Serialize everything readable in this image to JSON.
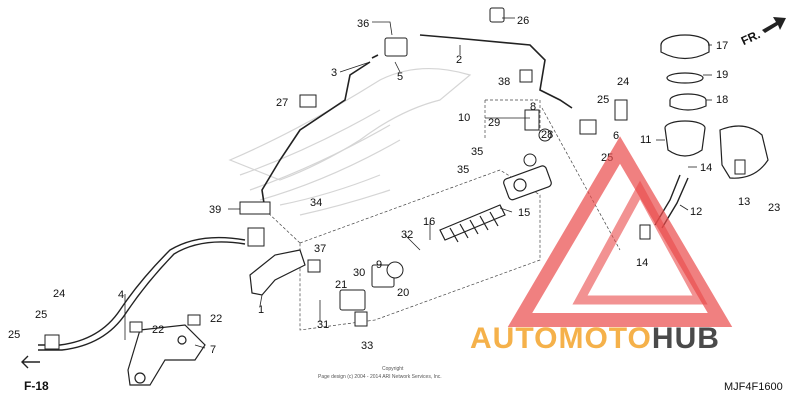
{
  "diagram": {
    "direction_label": "FR.",
    "ref_label": "F-18",
    "code": "MJF4F1600",
    "copyright_line1": "Copyright",
    "copyright_line2": "Page design (c) 2004 - 2014 ARI Network Services, Inc.",
    "callouts": [
      {
        "id": "c1",
        "text": "1"
      },
      {
        "id": "c2",
        "text": "2"
      },
      {
        "id": "c3",
        "text": "3"
      },
      {
        "id": "c4",
        "text": "4"
      },
      {
        "id": "c5",
        "text": "5"
      },
      {
        "id": "c6",
        "text": "6"
      },
      {
        "id": "c7",
        "text": "7"
      },
      {
        "id": "c8",
        "text": "8"
      },
      {
        "id": "c9",
        "text": "9"
      },
      {
        "id": "c10",
        "text": "10"
      },
      {
        "id": "c11",
        "text": "11"
      },
      {
        "id": "c12",
        "text": "12"
      },
      {
        "id": "c13",
        "text": "13"
      },
      {
        "id": "c14a",
        "text": "14"
      },
      {
        "id": "c14b",
        "text": "14"
      },
      {
        "id": "c15",
        "text": "15"
      },
      {
        "id": "c16",
        "text": "16"
      },
      {
        "id": "c17",
        "text": "17"
      },
      {
        "id": "c18",
        "text": "18"
      },
      {
        "id": "c19",
        "text": "19"
      },
      {
        "id": "c20",
        "text": "20"
      },
      {
        "id": "c21",
        "text": "21"
      },
      {
        "id": "c22a",
        "text": "22"
      },
      {
        "id": "c22b",
        "text": "22"
      },
      {
        "id": "c23",
        "text": "23"
      },
      {
        "id": "c24a",
        "text": "24"
      },
      {
        "id": "c24b",
        "text": "24"
      },
      {
        "id": "c25a",
        "text": "25"
      },
      {
        "id": "c25b",
        "text": "25"
      },
      {
        "id": "c25c",
        "text": "25"
      },
      {
        "id": "c25d",
        "text": "25"
      },
      {
        "id": "c26",
        "text": "26"
      },
      {
        "id": "c27",
        "text": "27"
      },
      {
        "id": "c28",
        "text": "28"
      },
      {
        "id": "c29",
        "text": "29"
      },
      {
        "id": "c30",
        "text": "30"
      },
      {
        "id": "c31",
        "text": "31"
      },
      {
        "id": "c32",
        "text": "32"
      },
      {
        "id": "c33",
        "text": "33"
      },
      {
        "id": "c34",
        "text": "34"
      },
      {
        "id": "c35a",
        "text": "35"
      },
      {
        "id": "c35b",
        "text": "35"
      },
      {
        "id": "c36",
        "text": "36"
      },
      {
        "id": "c37",
        "text": "37"
      },
      {
        "id": "c38",
        "text": "38"
      },
      {
        "id": "c39",
        "text": "39"
      }
    ]
  },
  "watermark": {
    "part1": "AUTOMOTO",
    "part2": "HUB",
    "color_orange": "#f5b14a",
    "color_dark": "#4a4a4a",
    "color_red": "#e94a4a"
  }
}
